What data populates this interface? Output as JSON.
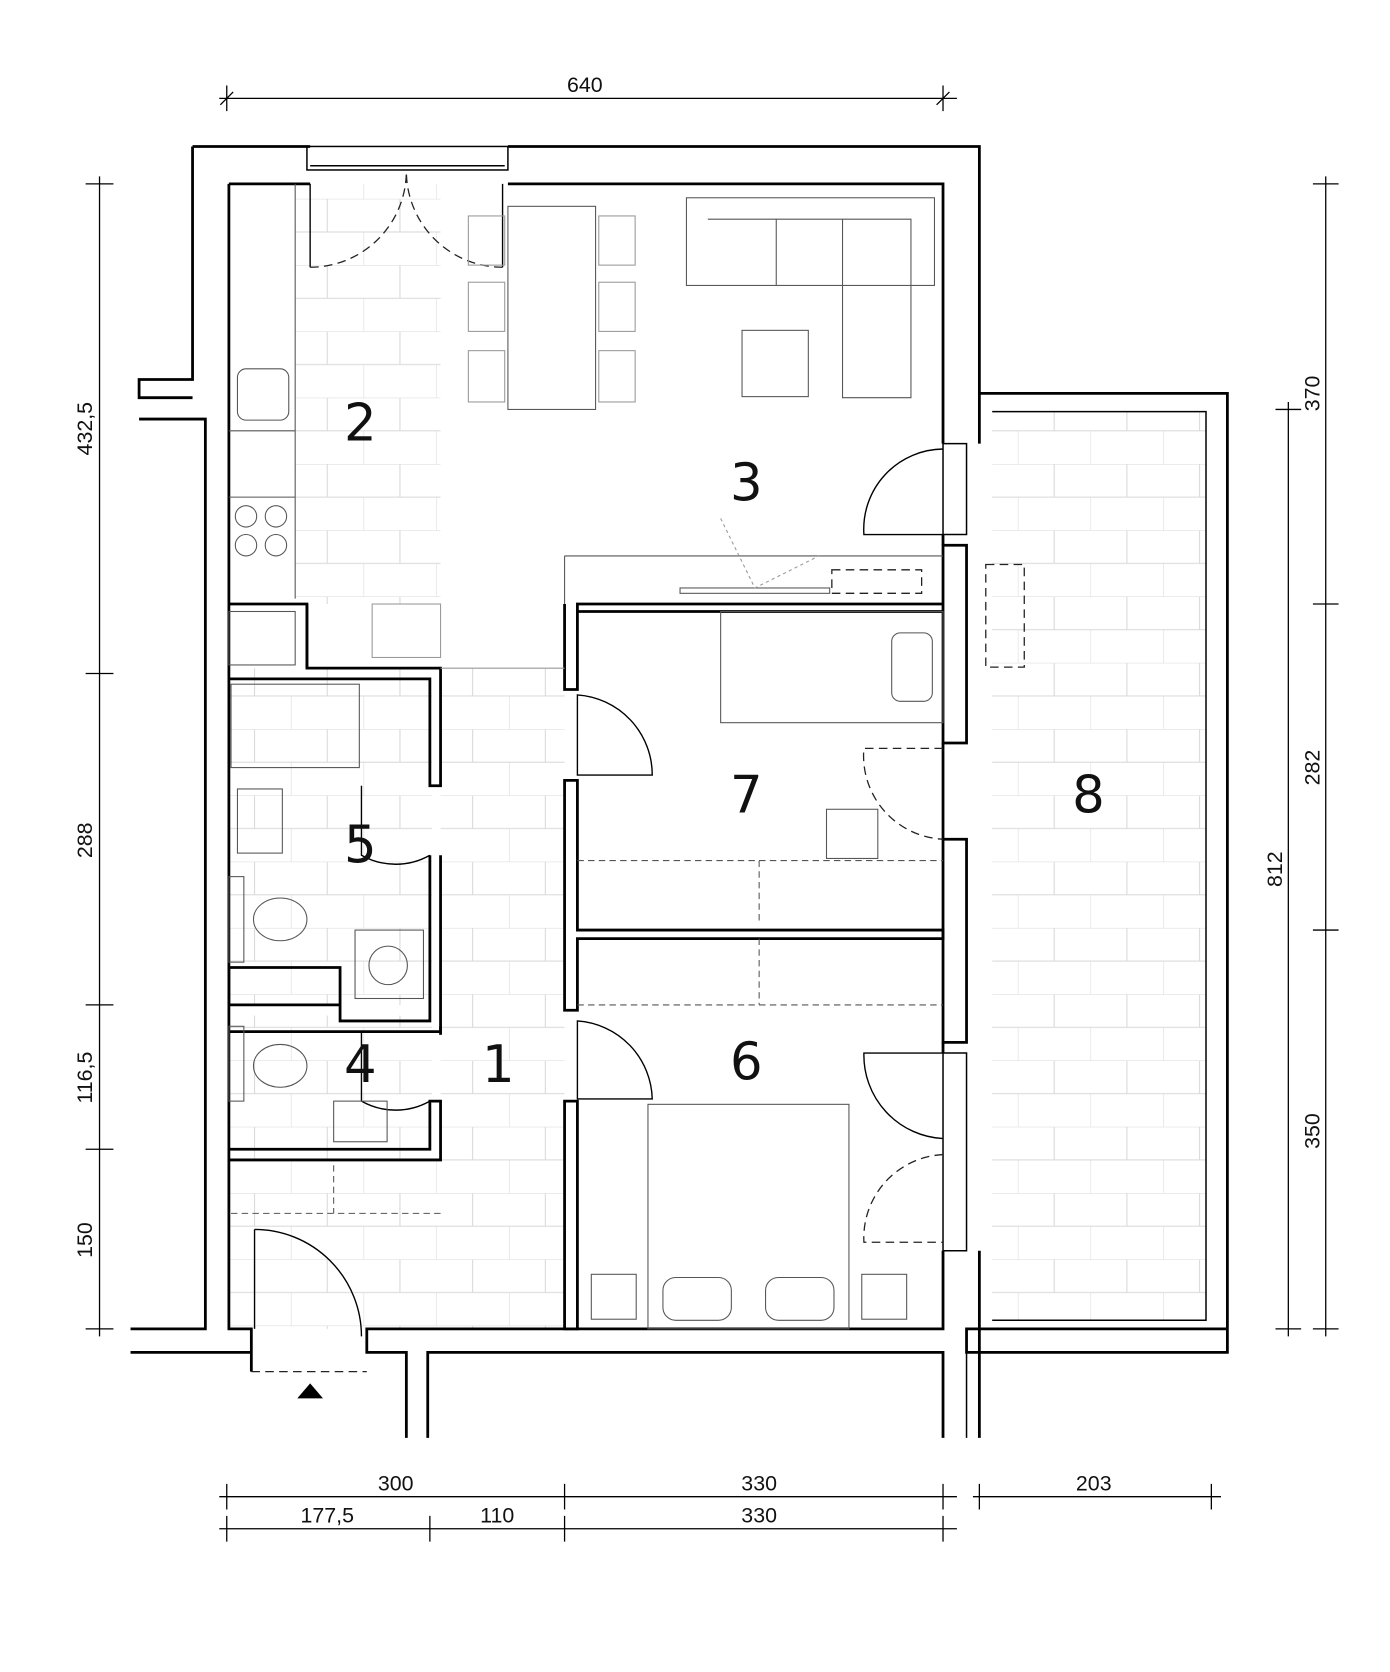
{
  "plan": {
    "rooms": [
      {
        "number": "1"
      },
      {
        "number": "2"
      },
      {
        "number": "3"
      },
      {
        "number": "4"
      },
      {
        "number": "5"
      },
      {
        "number": "6"
      },
      {
        "number": "7"
      },
      {
        "number": "8"
      }
    ],
    "dimensions": {
      "top": "640",
      "left": [
        "432,5",
        "288",
        "116,5",
        "150"
      ],
      "right_outer": [
        "370",
        "282",
        "350"
      ],
      "right_inner": "812",
      "bottom_row1": [
        "300",
        "330",
        "203"
      ],
      "bottom_row2": [
        "177,5",
        "110",
        "330"
      ]
    },
    "colors": {
      "line": "#000000",
      "tile": "#d8d8d8",
      "furniture": "#555555"
    }
  }
}
